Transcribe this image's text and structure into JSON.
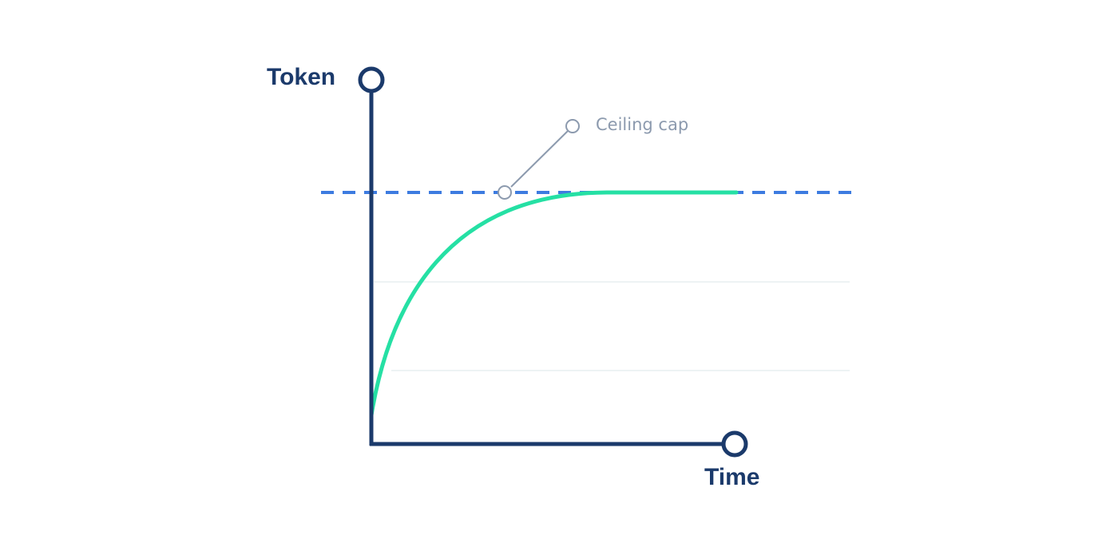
{
  "diagram": {
    "y_axis_label": "Token",
    "x_axis_label": "Time",
    "annotation": "Ceiling cap"
  },
  "colors": {
    "axis": "#1b3a6b",
    "curve": "#25e0a4",
    "cap_line": "#3d7be0",
    "annotation": "#8c9aae",
    "gridline": "#edf3f4",
    "background": "#ffffff"
  }
}
